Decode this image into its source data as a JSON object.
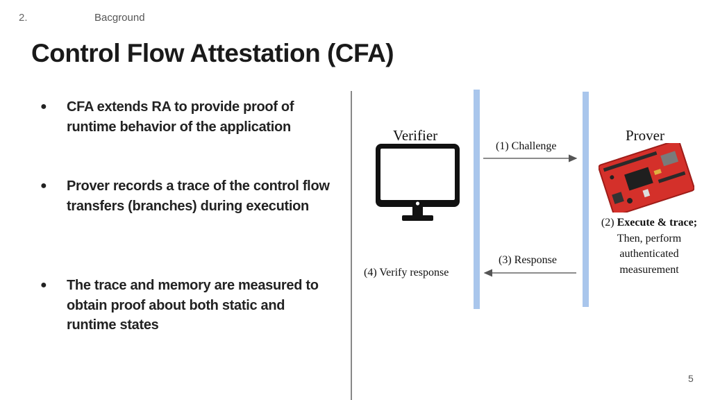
{
  "header": {
    "section_number": "2.",
    "section_title": "Bacground",
    "title": "Control Flow Attestation (CFA)"
  },
  "bullets": [
    {
      "marker": "●",
      "text": "CFA extends RA to provide proof of runtime behavior of the application"
    },
    {
      "marker": "●",
      "text": "Prover records a trace of the control flow transfers (branches) during execution"
    },
    {
      "marker": "●",
      "text": "The trace and memory are measured to obtain proof about both static and runtime states"
    }
  ],
  "diagram": {
    "verifier_label": "Verifier",
    "prover_label": "Prover",
    "msg1": "(1) Challenge",
    "msg2_prefix": "(2) ",
    "msg2_bold": "Execute & trace;",
    "msg2_rest": "Then, perform authenticated measurement",
    "msg3": "(3) Response",
    "msg4": "(4) Verify response",
    "verifier_icon": "desktop-monitor-icon",
    "prover_icon": "circuit-board-image",
    "lifeline_color": "#a9c6ec"
  },
  "footer": {
    "page_number": "5"
  }
}
